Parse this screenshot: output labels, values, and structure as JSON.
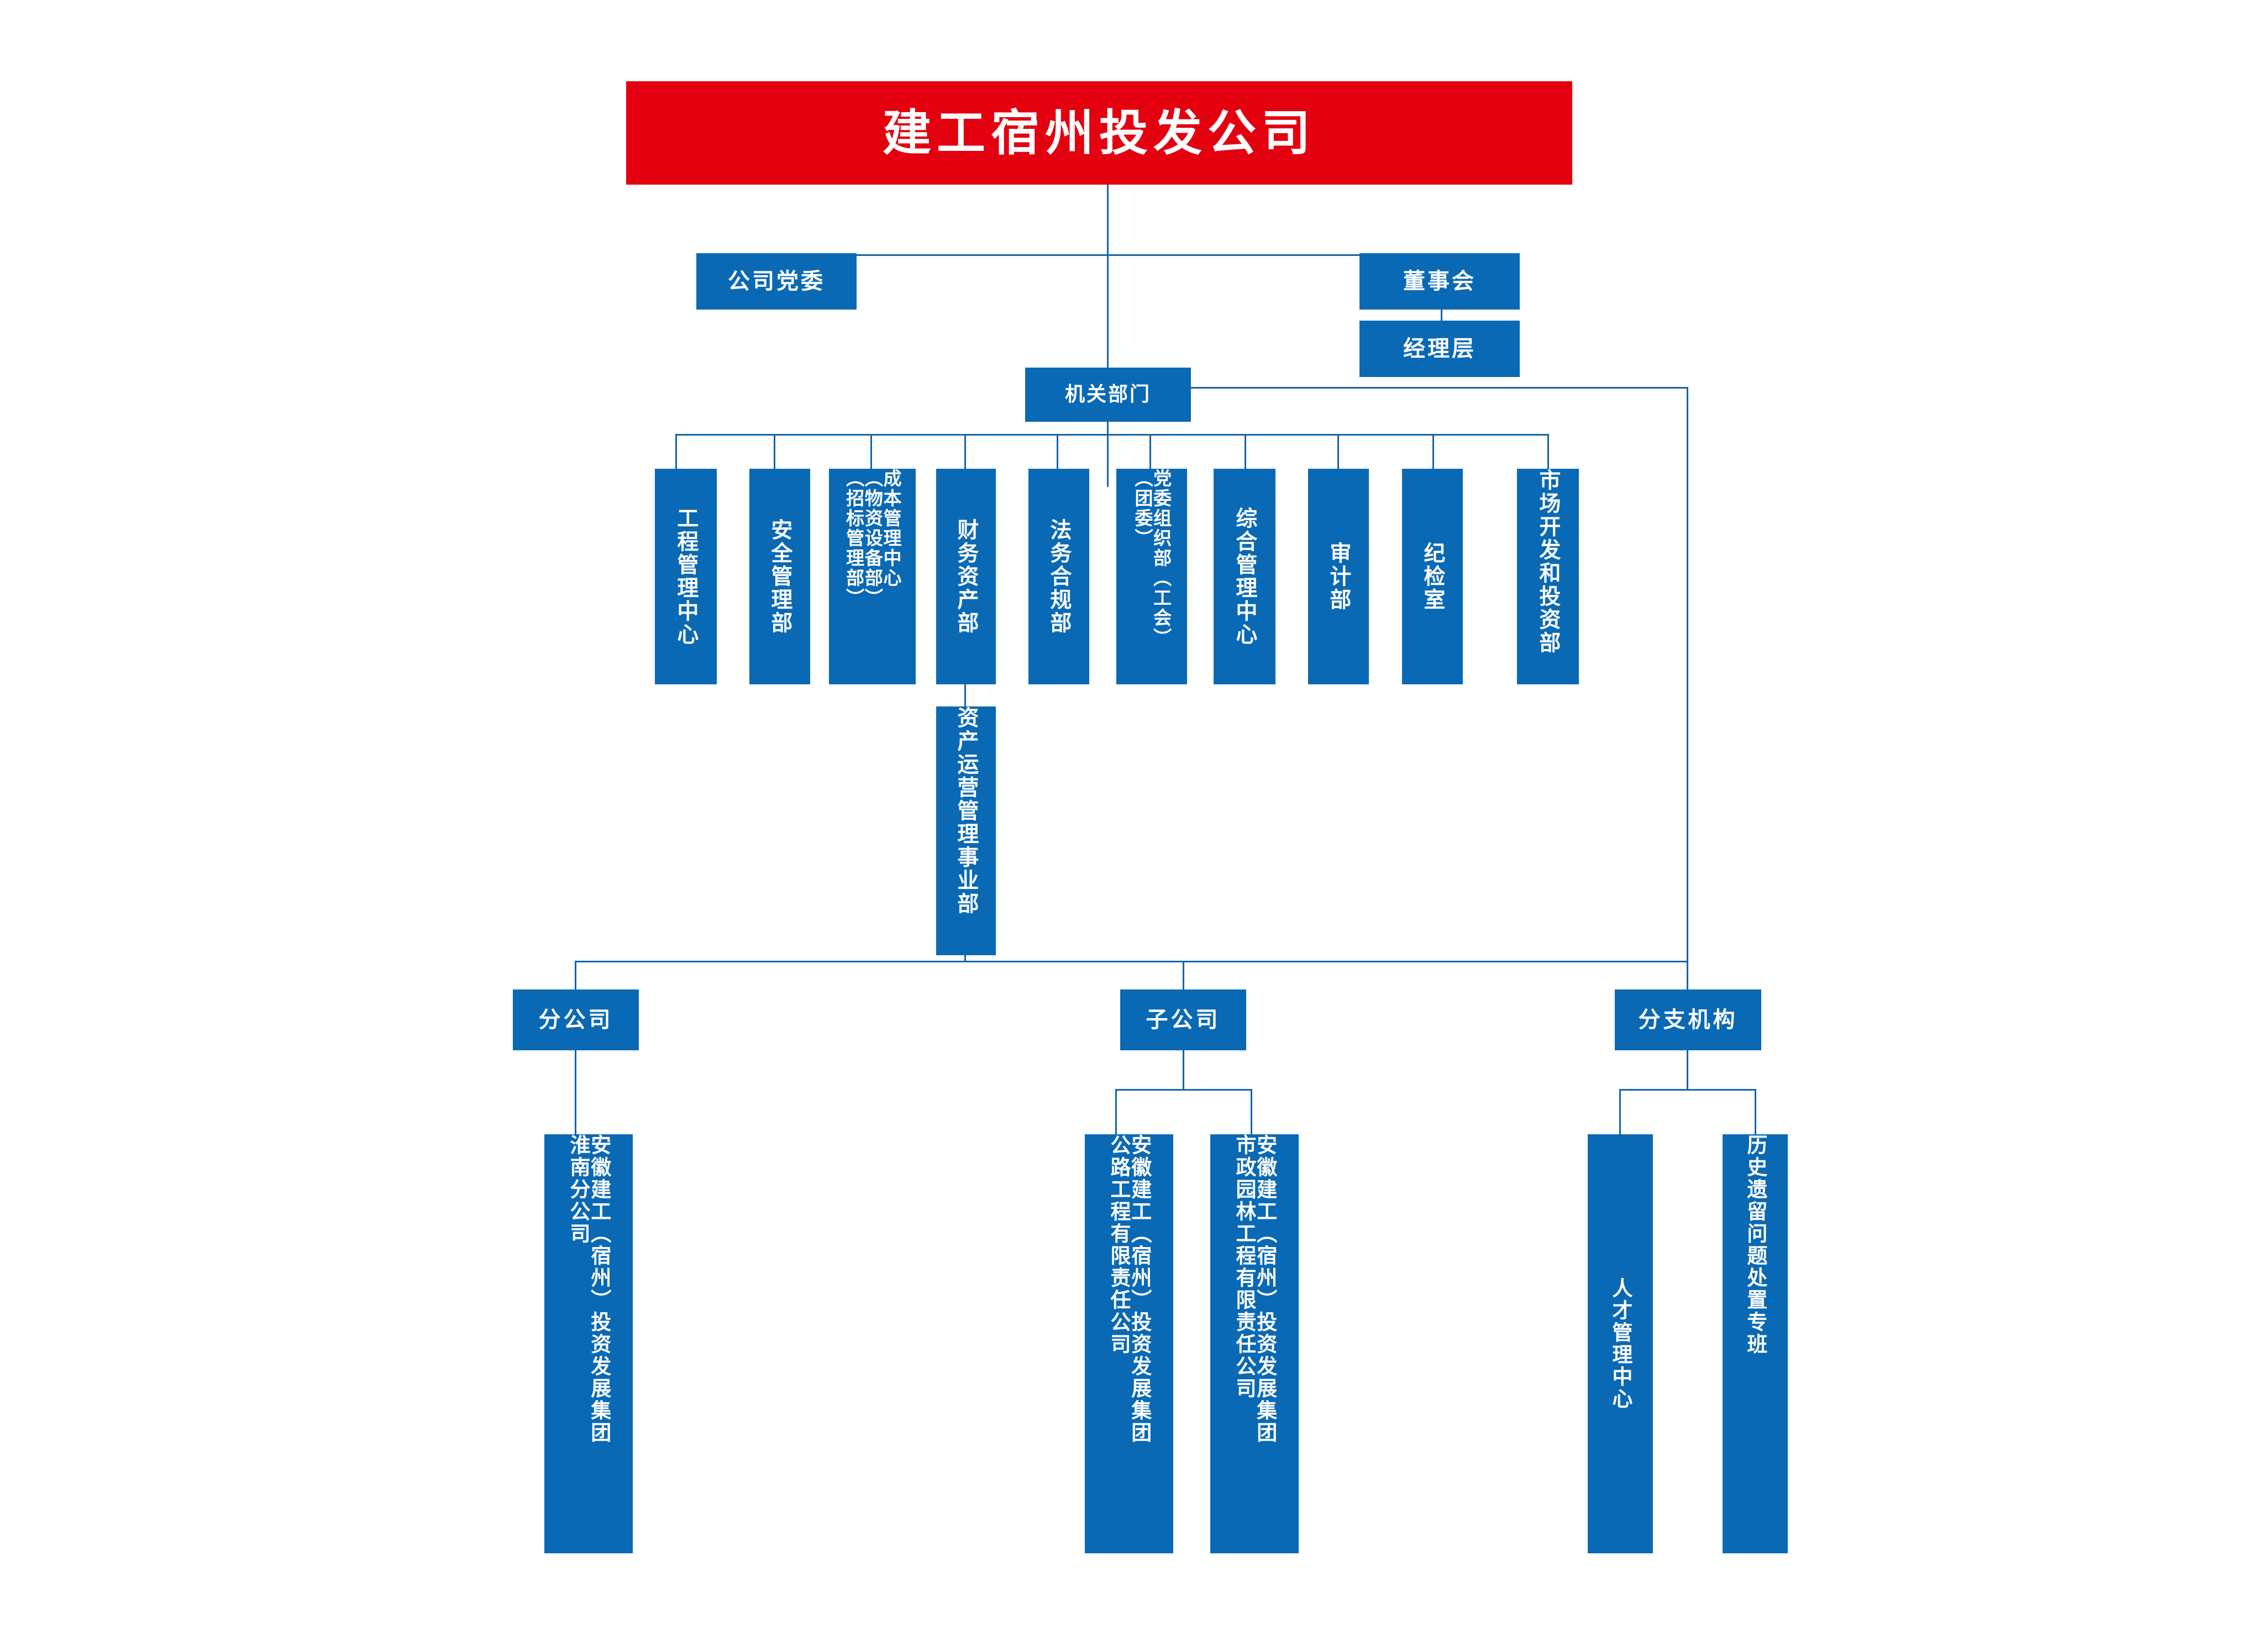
{
  "chart_title": "建工宿州投发公司",
  "colors": {
    "header_red": "#E3000F",
    "node_blue": "#0A69B4",
    "line_blue": "#1565A8",
    "text": "#FFFFFF"
  },
  "level2": {
    "party_committee": "公司党委",
    "board_of_directors": "董事会",
    "management_layer": "经理层",
    "functional_departments": "机关部门"
  },
  "departments": [
    {
      "name": "工程管理中心",
      "cols": [
        "工程管理中心"
      ]
    },
    {
      "name": "安全管理部",
      "cols": [
        "安全管理部"
      ]
    },
    {
      "name": "成本管理中心（物资设备部）（招标管理部）",
      "cols": [
        "成本管理中心",
        "（物资设备部）",
        "（招标管理部）"
      ]
    },
    {
      "name": "财务资产部",
      "cols": [
        "财务资产部"
      ]
    },
    {
      "name": "法务合规部",
      "cols": [
        "法务合规部"
      ]
    },
    {
      "name": "党委组织部（工会）（团委）",
      "cols": [
        "党委组织部（工会）",
        "（团委）"
      ]
    },
    {
      "name": "综合管理中心",
      "cols": [
        "综合管理中心"
      ]
    },
    {
      "name": "审计部",
      "cols": [
        "审计部"
      ]
    },
    {
      "name": "纪检室",
      "cols": [
        "纪检室"
      ]
    },
    {
      "name": "市场开发和投资部",
      "cols": [
        "市场开发和投资部"
      ]
    }
  ],
  "sub_department": {
    "name": "资产运营管理事业部",
    "cols": [
      "资产运营管理事业部"
    ],
    "parent": "财务资产部"
  },
  "groups": [
    {
      "label": "分公司",
      "units": [
        {
          "name": "安徽建工（宿州）投资发展集团淮南分公司",
          "cols": [
            "安徽建工（宿州）投资发展集团",
            "淮南分公司"
          ]
        }
      ]
    },
    {
      "label": "子公司",
      "units": [
        {
          "name": "安徽建工（宿州）投资发展集团公路工程有限责任公司",
          "cols": [
            "安徽建工（宿州）投资发展集团",
            "公路工程有限责任公司"
          ]
        },
        {
          "name": "安徽建工（宿州）投资发展集团市政园林工程有限责任公司",
          "cols": [
            "安徽建工（宿州）投资发展集团",
            "市政园林工程有限责任公司"
          ]
        }
      ]
    },
    {
      "label": "分支机构",
      "units": [
        {
          "name": "人才管理中心",
          "cols": [
            "人才管理中心"
          ]
        },
        {
          "name": "历史遗留问题处置专班",
          "cols": [
            "历史遗留问题处置专班"
          ]
        }
      ]
    }
  ]
}
